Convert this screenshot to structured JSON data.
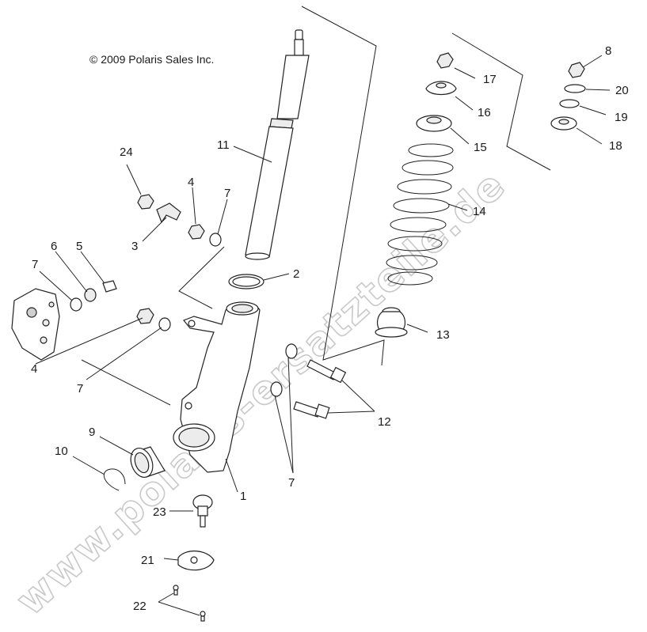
{
  "copyright": "© 2009 Polaris Sales Inc.",
  "watermark": "www.polaris-ersatzteile.de",
  "callouts": [
    {
      "id": "callout-1",
      "text": "1"
    },
    {
      "id": "callout-2",
      "text": "2"
    },
    {
      "id": "callout-3",
      "text": "3"
    },
    {
      "id": "callout-4-top",
      "text": "4"
    },
    {
      "id": "callout-4-bottom",
      "text": "4"
    },
    {
      "id": "callout-5",
      "text": "5"
    },
    {
      "id": "callout-6",
      "text": "6"
    },
    {
      "id": "callout-7-top",
      "text": "7"
    },
    {
      "id": "callout-7-left",
      "text": "7"
    },
    {
      "id": "callout-7-bottom-left",
      "text": "7"
    },
    {
      "id": "callout-7-bottom",
      "text": "7"
    },
    {
      "id": "callout-8",
      "text": "8"
    },
    {
      "id": "callout-9",
      "text": "9"
    },
    {
      "id": "callout-10",
      "text": "10"
    },
    {
      "id": "callout-11",
      "text": "11"
    },
    {
      "id": "callout-12",
      "text": "12"
    },
    {
      "id": "callout-13",
      "text": "13"
    },
    {
      "id": "callout-14",
      "text": "14"
    },
    {
      "id": "callout-15",
      "text": "15"
    },
    {
      "id": "callout-16",
      "text": "16"
    },
    {
      "id": "callout-17",
      "text": "17"
    },
    {
      "id": "callout-18",
      "text": "18"
    },
    {
      "id": "callout-19",
      "text": "19"
    },
    {
      "id": "callout-20",
      "text": "20"
    },
    {
      "id": "callout-21",
      "text": "21"
    },
    {
      "id": "callout-22",
      "text": "22"
    },
    {
      "id": "callout-23",
      "text": "23"
    },
    {
      "id": "callout-24",
      "text": "24"
    }
  ]
}
